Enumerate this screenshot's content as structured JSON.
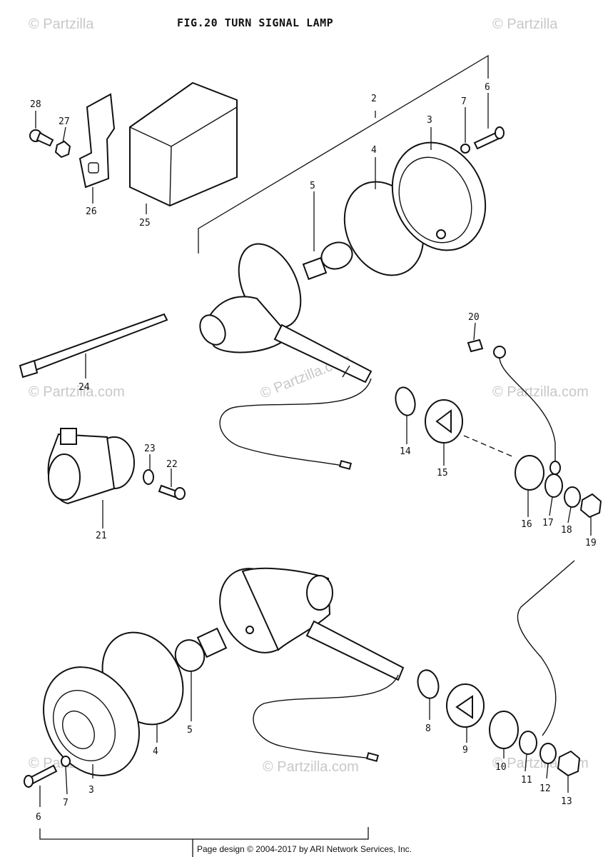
{
  "title": "FIG.20  TURN SIGNAL LAMP",
  "watermark": "© Partzilla.com",
  "watermark_partial": "© Partzilla",
  "footer": "Page design © 2004-2017 by ARI Network Services, Inc.",
  "callouts": [
    "2",
    "3",
    "4",
    "5",
    "6",
    "7",
    "14",
    "15",
    "16",
    "17",
    "18",
    "19",
    "20",
    "21",
    "22",
    "23",
    "24",
    "25",
    "26",
    "27",
    "28",
    "3",
    "4",
    "5",
    "6",
    "7",
    "8",
    "9",
    "10",
    "11",
    "12",
    "13"
  ]
}
